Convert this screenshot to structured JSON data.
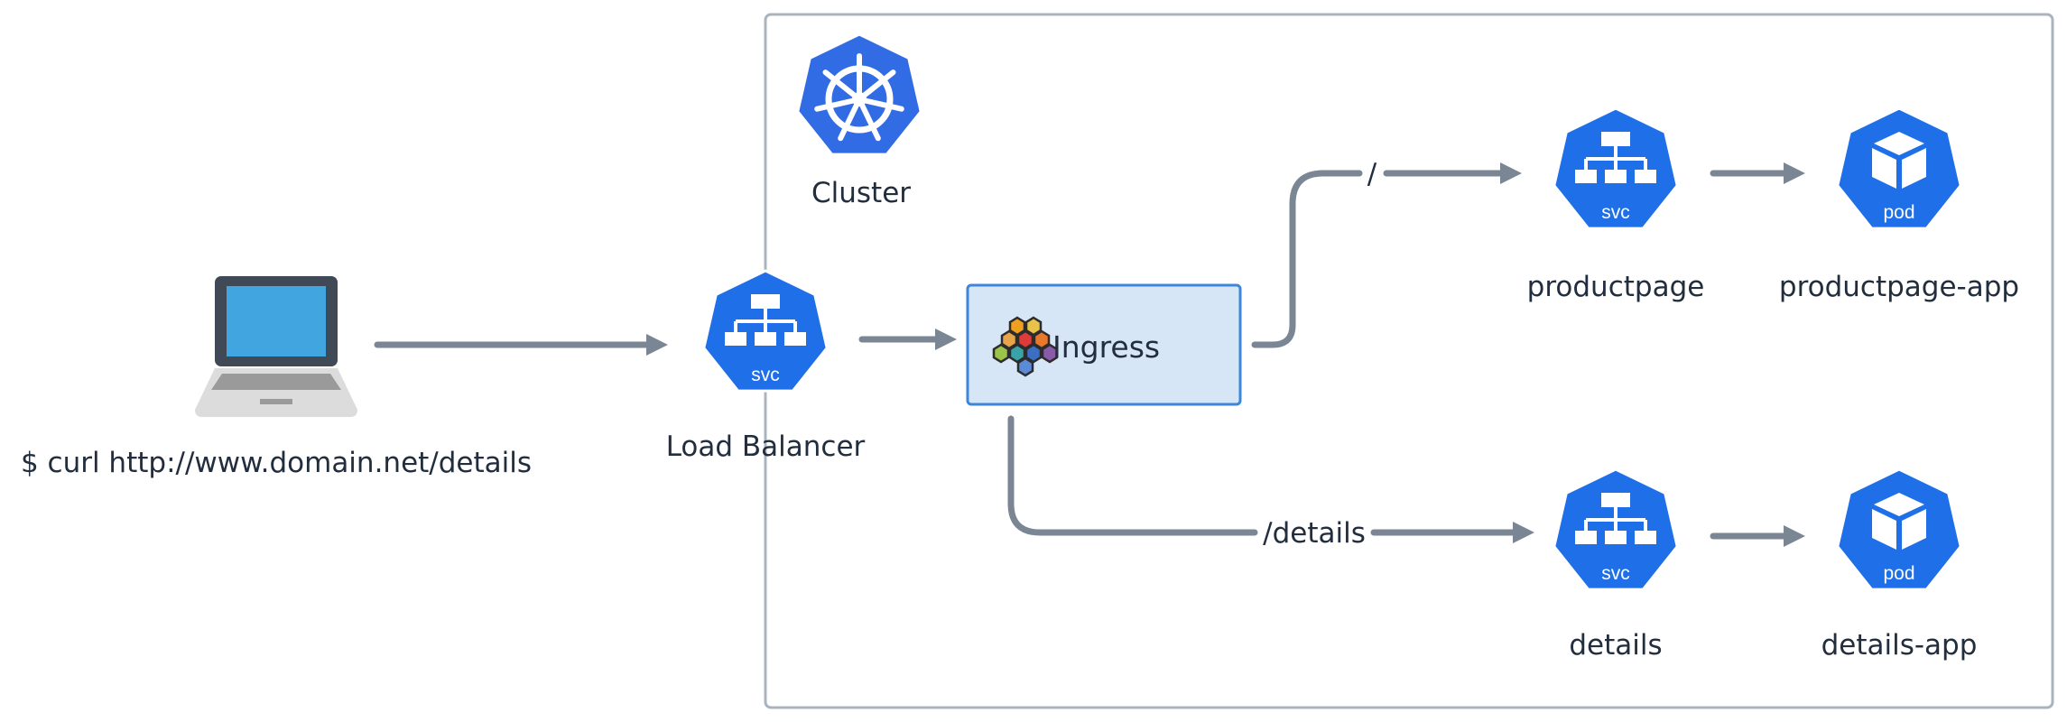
{
  "nodes": {
    "client": {
      "label": "$ curl http://www.domain.net/details",
      "icon": "laptop-icon"
    },
    "cluster": {
      "label": "Cluster",
      "icon": "kubernetes-helm-icon"
    },
    "load_balancer": {
      "label": "Load Balancer",
      "badge": "svc",
      "icon": "service-icon"
    },
    "ingress": {
      "label": "Ingress",
      "icon": "ingress-hexagons-icon"
    },
    "productpage_svc": {
      "label": "productpage",
      "badge": "svc",
      "icon": "service-icon"
    },
    "productpage_pod": {
      "label": "productpage-app",
      "badge": "pod",
      "icon": "pod-cube-icon"
    },
    "details_svc": {
      "label": "details",
      "badge": "svc",
      "icon": "service-icon"
    },
    "details_pod": {
      "label": "details-app",
      "badge": "pod",
      "icon": "pod-cube-icon"
    }
  },
  "edges": {
    "route_root": {
      "label": "/"
    },
    "route_details": {
      "label": "/details"
    }
  },
  "colors": {
    "kubernetes_blue": "#326ce5",
    "service_blue": "#1f6fe8",
    "edge_gray": "#7a8693",
    "cluster_border": "#a9b4bf",
    "ingress_fill": "#d6e6f6",
    "ingress_border": "#3d86d9",
    "laptop_screen": "#41a5df",
    "laptop_frame": "#3f4a56",
    "laptop_base": "#dcdcdc"
  }
}
